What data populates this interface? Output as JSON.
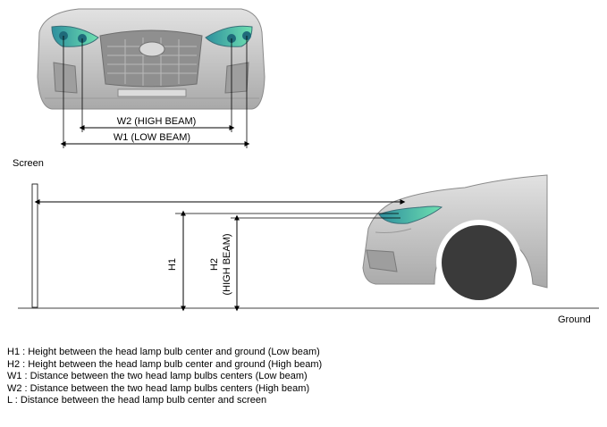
{
  "labels": {
    "w2": "W2 (HIGH BEAM)",
    "w1": "W1 (LOW BEAM)",
    "screen": "Screen",
    "ground": "Ground",
    "h1": "H1",
    "h2_line1": "H2",
    "h2_line2": "(HIGH BEAM)"
  },
  "legend": [
    "H1 : Height between the head lamp bulb center and ground (Low beam)",
    "H2 : Height between the head lamp bulb center and ground (High beam)",
    "W1 : Distance between the two head lamp bulbs centers (Low beam)",
    "W2 : Distance between the two head lamp bulbs centers (High beam)",
    "L : Distance between the head lamp bulb center and screen"
  ],
  "colors": {
    "body": "#c9c9c9",
    "lamp": "#3fbfa8",
    "tire": "#3a3a3a"
  }
}
